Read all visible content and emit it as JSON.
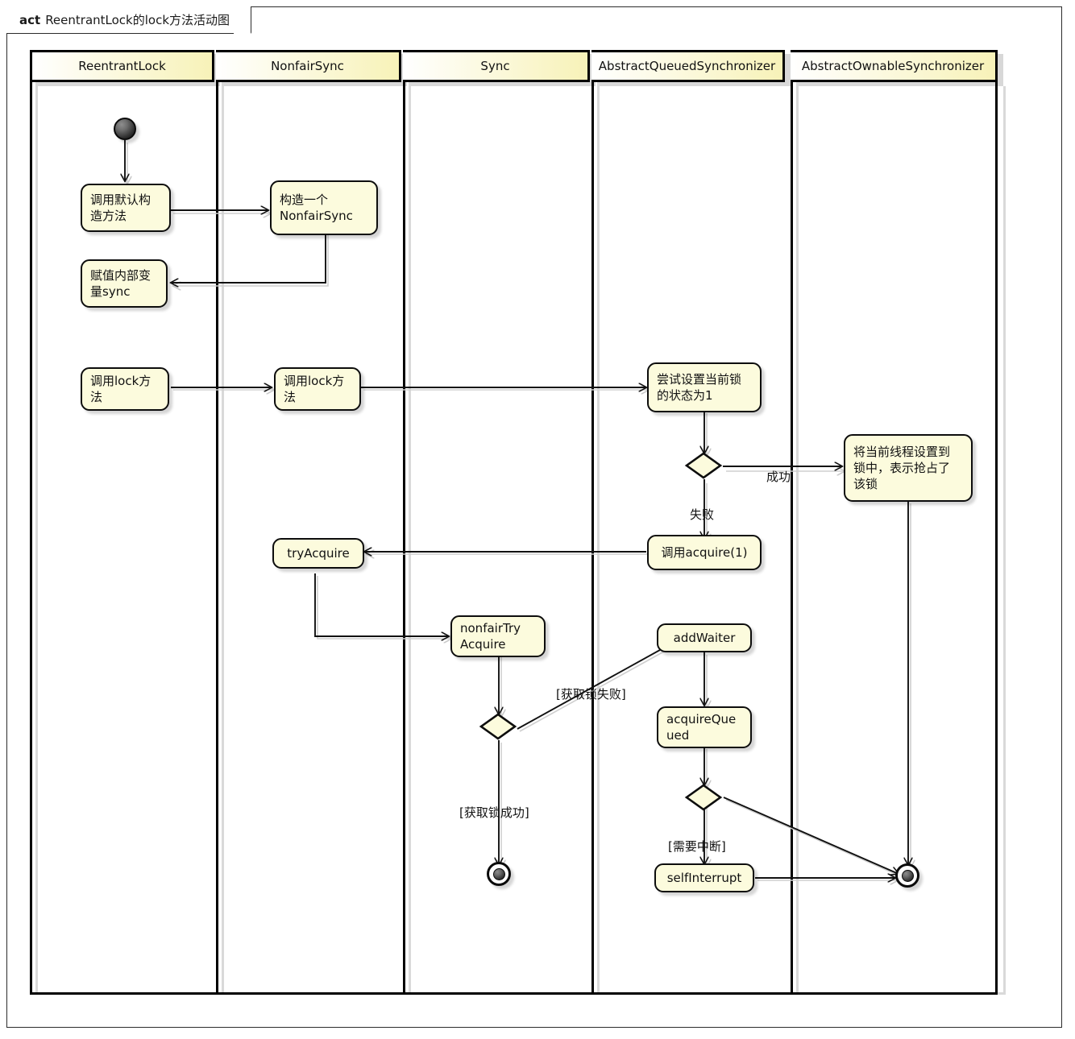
{
  "frame": {
    "keyword": "act",
    "title": "ReentrantLock的lock方法活动图"
  },
  "lanes": [
    {
      "id": "reentrantlock",
      "label": "ReentrantLock"
    },
    {
      "id": "nonfairsync",
      "label": "NonfairSync"
    },
    {
      "id": "sync",
      "label": "Sync"
    },
    {
      "id": "aqs",
      "label": "AbstractQueuedSynchronizer"
    },
    {
      "id": "aos",
      "label": "AbstractOwnableSynchronizer"
    }
  ],
  "nodes": [
    {
      "id": "default-ctor",
      "label": "调用默认构\n造方法"
    },
    {
      "id": "build-nonfair",
      "label": "构造一个\nNonfairSync"
    },
    {
      "id": "assign-sync",
      "label": "赋值内部变\n量sync"
    },
    {
      "id": "lock-rl",
      "label": "调用lock方\n法"
    },
    {
      "id": "lock-nfs",
      "label": "调用lock方\n法"
    },
    {
      "id": "try-set-state",
      "label": "尝试设置当前锁\n的状态为1"
    },
    {
      "id": "set-owner",
      "label": "将当前线程设置到\n锁中，表示抢占了\n该锁"
    },
    {
      "id": "call-acquire",
      "label": "调用acquire(1)"
    },
    {
      "id": "try-acquire",
      "label": "tryAcquire"
    },
    {
      "id": "nonfair-try",
      "label": "nonfairTry\nAcquire"
    },
    {
      "id": "add-waiter",
      "label": "addWaiter"
    },
    {
      "id": "acquire-queued",
      "label": "acquireQue\nued"
    },
    {
      "id": "self-interrupt",
      "label": "selfInterrupt"
    }
  ],
  "edge_labels": [
    {
      "id": "success",
      "text": "成功"
    },
    {
      "id": "failure",
      "text": "失败"
    },
    {
      "id": "acquire-fail",
      "text": "[获取锁失败]"
    },
    {
      "id": "acquire-ok",
      "text": "[获取锁成功]"
    },
    {
      "id": "need-interrupt",
      "text": "[需要中断]"
    }
  ],
  "colors": {
    "node_fill": "#fcfbdd",
    "lane_header_fill": "#f7f2b8",
    "stroke": "#0d0d0d",
    "background": "#ffffff"
  }
}
